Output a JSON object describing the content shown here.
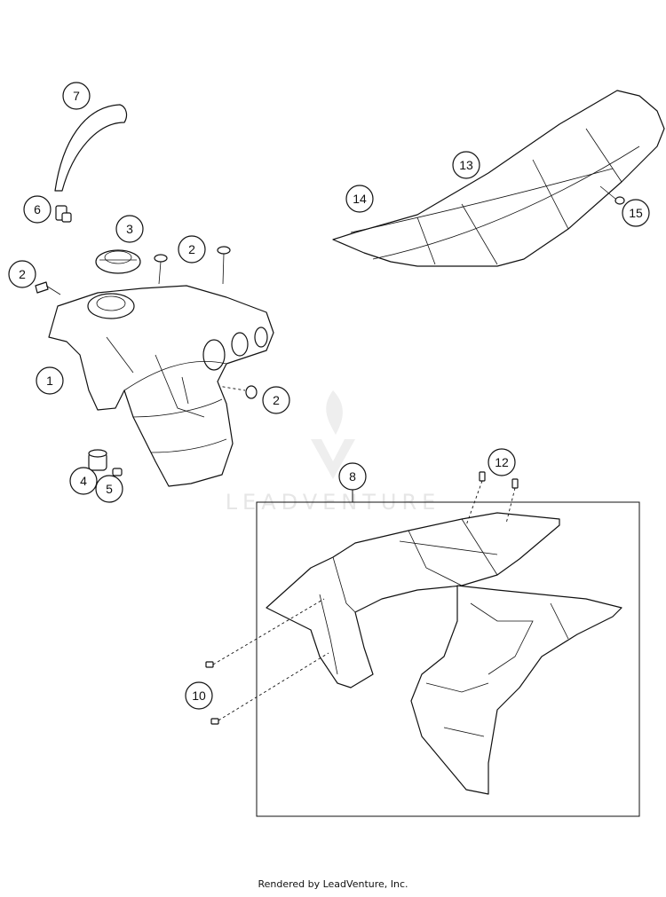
{
  "diagram": {
    "callouts": [
      "1",
      "2",
      "2",
      "2",
      "2",
      "3",
      "4",
      "5",
      "6",
      "7",
      "8",
      "10",
      "12",
      "13",
      "14",
      "15"
    ]
  },
  "watermark": {
    "text": "LEADVENTURE"
  },
  "footer": {
    "text": "Rendered by LeadVenture, Inc."
  }
}
